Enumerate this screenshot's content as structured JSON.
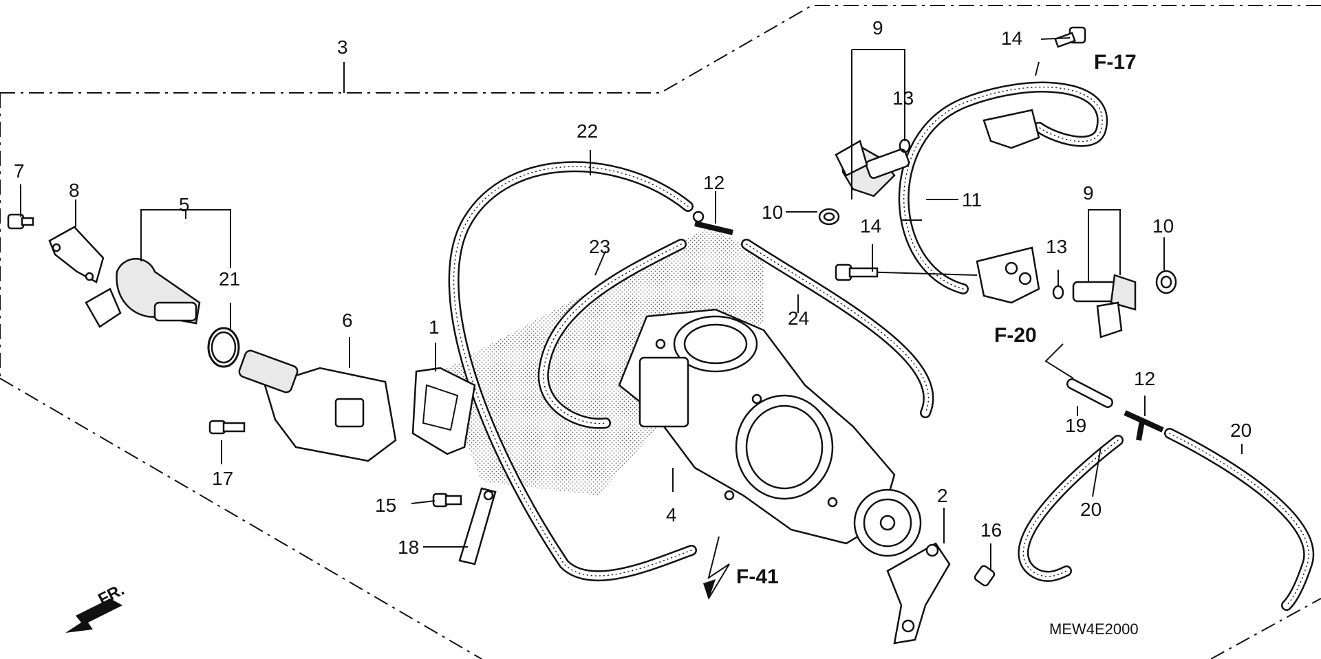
{
  "diagram": {
    "part_labels": {
      "p1": "1",
      "p2": "2",
      "p3": "3",
      "p4": "4",
      "p5": "5",
      "p6": "6",
      "p7": "7",
      "p8": "8",
      "p9a": "9",
      "p9b": "9",
      "p10a": "10",
      "p10b": "10",
      "p11": "11",
      "p12a": "12",
      "p12b": "12",
      "p13a": "13",
      "p13b": "13",
      "p14a": "14",
      "p14b": "14",
      "p15": "15",
      "p16": "16",
      "p17": "17",
      "p18": "18",
      "p19": "19",
      "p20a": "20",
      "p20b": "20",
      "p21": "21",
      "p22": "22",
      "p23": "23",
      "p24": "24"
    },
    "references": {
      "f17": "F-17",
      "f20": "F-20",
      "f41": "F-41"
    },
    "front_indicator": "FR.",
    "diagram_code": "MEW4E2000"
  }
}
